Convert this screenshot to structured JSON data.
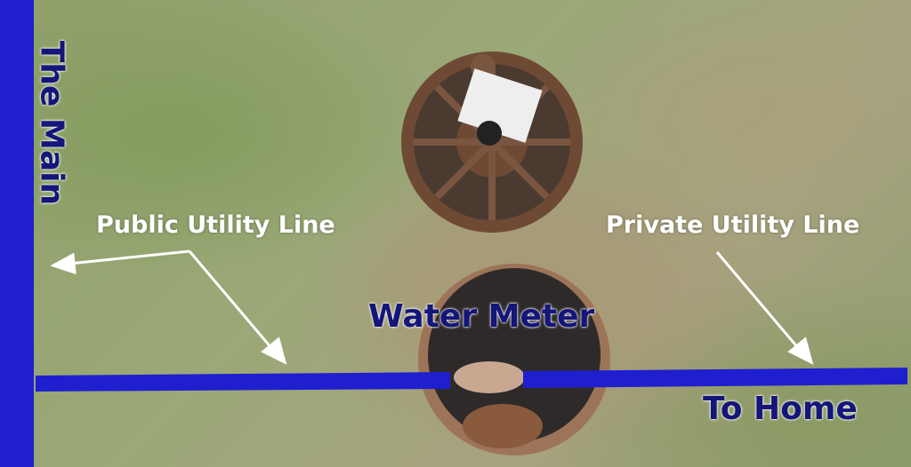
{
  "labels": {
    "the_main": "The Main",
    "public_line": "Public Utility Line",
    "private_line": "Private Utility Line",
    "water_meter": "Water Meter",
    "to_home": "To Home"
  },
  "colors": {
    "pipe": "#1f1fd0",
    "heading_text": "#14167a",
    "label_text": "#ffffff"
  }
}
